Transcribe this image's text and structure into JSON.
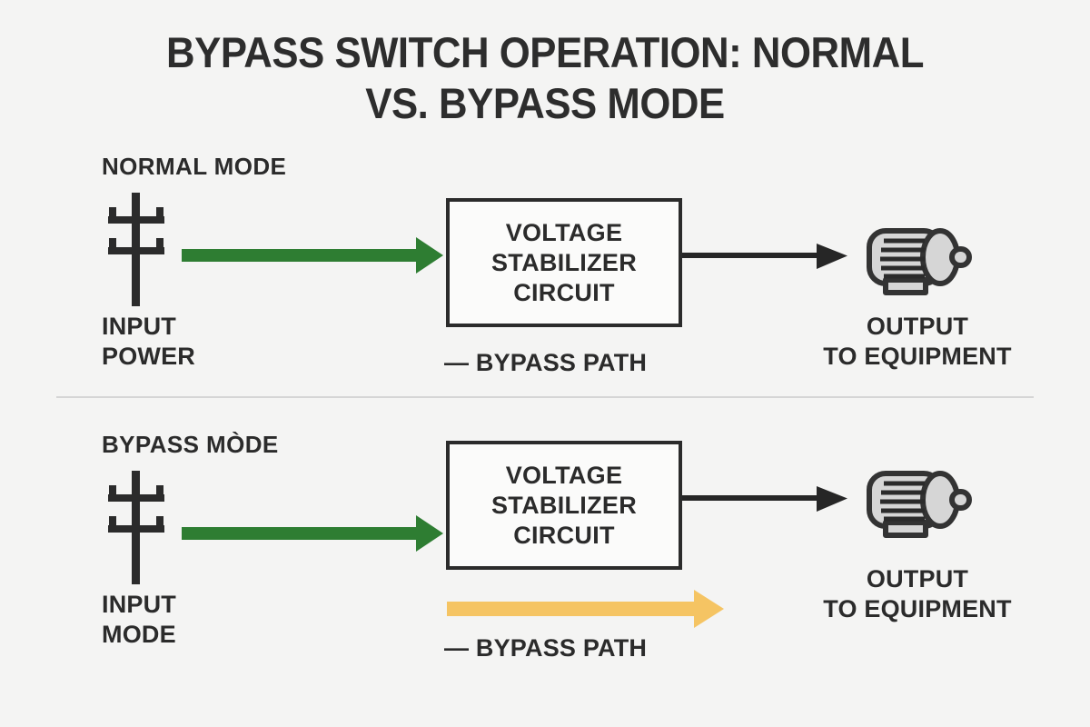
{
  "page": {
    "background_color": "#f4f4f3",
    "title_lines": [
      "BYPASS SWITCH OPERATION: NORMAL",
      "VS. BYPASS MODE"
    ]
  },
  "colors": {
    "ink": "#2b2b2b",
    "background": "#f4f4f3",
    "green_arrow": "#2e7d32",
    "amber_arrow": "#f5c463",
    "black_arrow": "#262626",
    "box_fill": "#fbfbfa",
    "divider": "#d5d5d5",
    "motor_body": "#d6d6d6",
    "motor_outline": "#333333"
  },
  "sections": [
    {
      "id": "normal-mode",
      "mode_label": "NORMAL MODE",
      "source": {
        "icon": "utility-pole-icon",
        "caption_lines": [
          "INPUT",
          "POWER"
        ]
      },
      "input_arrow": {
        "icon": "green-arrow-right-icon",
        "color": "#2e7d32",
        "state": "active"
      },
      "stabilizer": {
        "lines": [
          "VOLTAGE",
          "STABILIZER",
          "CIRCUIT"
        ]
      },
      "output_arrow": {
        "icon": "black-arrow-right-icon",
        "color": "#262626"
      },
      "destination": {
        "icon": "electric-motor-icon",
        "caption_lines": [
          "OUTPUT",
          "TO EQUIPMENT"
        ]
      },
      "bypass_path": {
        "label": "— BYPASS PATH",
        "arrow_visible": false
      }
    },
    {
      "id": "bypass-mode",
      "mode_label": "BYPASS MÒDE",
      "source": {
        "icon": "utility-pole-icon",
        "caption_lines": [
          "INPUT",
          "MODE"
        ]
      },
      "input_arrow": {
        "icon": "green-arrow-right-icon",
        "color": "#2e7d32",
        "state": "active"
      },
      "stabilizer": {
        "lines": [
          "VOLTAGE",
          "STABILIZER",
          "CIRCUIT"
        ]
      },
      "output_arrow": {
        "icon": "black-arrow-right-icon",
        "color": "#262626"
      },
      "destination": {
        "icon": "electric-motor-icon",
        "caption_lines": [
          "OUTPUT",
          "TO EQUIPMENT"
        ]
      },
      "bypass_path": {
        "label": "— BYPASS PATH",
        "arrow_visible": true,
        "icon": "amber-arrow-right-icon",
        "color": "#f5c463"
      }
    }
  ]
}
